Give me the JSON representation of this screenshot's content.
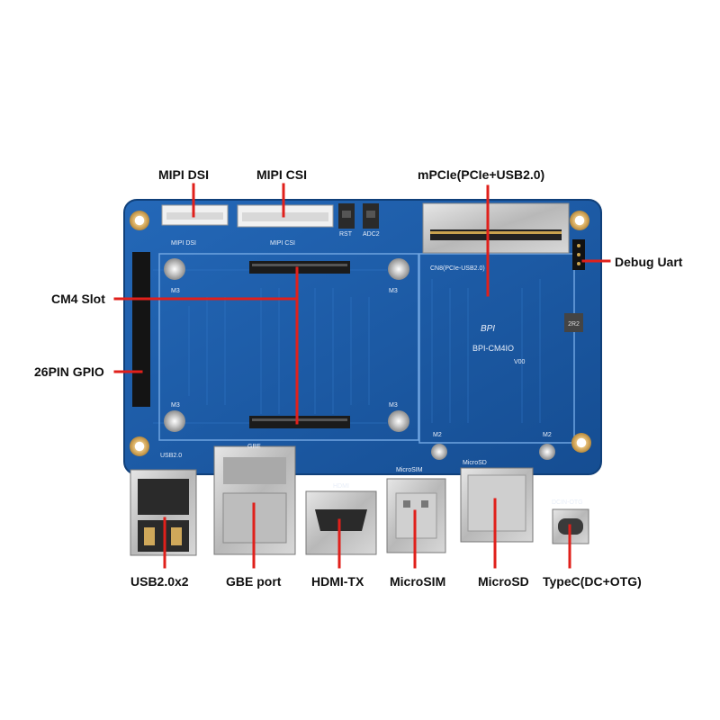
{
  "labels": {
    "mipi_dsi": "MIPI DSI",
    "mipi_csi": "MIPI CSI",
    "mpcie": "mPCIe(PCIe+USB2.0)",
    "debug_uart": "Debug Uart",
    "cm4_slot": "CM4 Slot",
    "gpio": "26PIN GPIO",
    "usb": "USB2.0x2",
    "gbe": "GBE port",
    "hdmi": "HDMI-TX",
    "microsim": "MicroSIM",
    "microsd": "MicroSD",
    "typec": "TypeC(DC+OTG)"
  },
  "silkscreen": {
    "brand": "BPI",
    "model": "BPI-CM4IO",
    "version": "V00",
    "mipi_dsi": "MIPI DSI",
    "mipi_csi": "MIPI CSI",
    "cn8": "CN8(PCIe-USB2.0)",
    "usb": "USB2.0",
    "gbe": "GBE",
    "hdmi": "HDMI",
    "microsim": "MicroSIM",
    "microsd": "MicroSD",
    "dcin": "DCIN-OTG",
    "rst": "RST",
    "adc": "ADC2",
    "m3": "M3",
    "m2": "M2",
    "inductor": "2R2"
  },
  "colors": {
    "pcb": "#1c5aa6",
    "pcb_dark": "#154a8c",
    "leader": "#e0201b",
    "gold": "#cfa85a",
    "metal": "#c4c4c4"
  }
}
